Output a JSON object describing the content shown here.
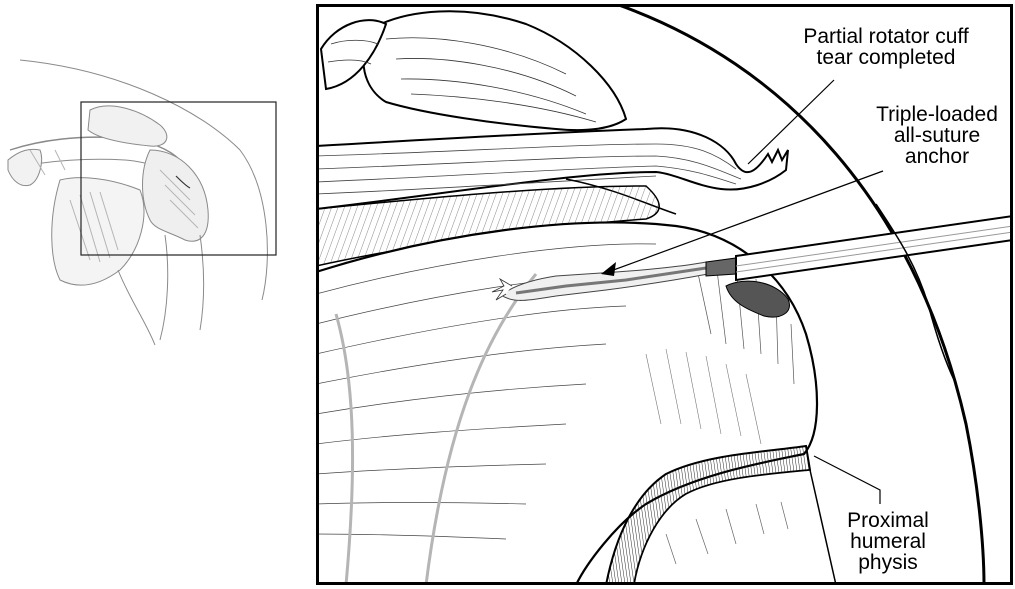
{
  "labels": {
    "cuff_tear": [
      "Partial rotator cuff",
      "tear completed"
    ],
    "anchor": [
      "Triple-loaded",
      "all-suture",
      "anchor"
    ],
    "physis": [
      "Proximal",
      "humeral",
      "physis"
    ]
  },
  "colors": {
    "ink": "#000000",
    "paper": "#ffffff",
    "overview_ink": "#888888",
    "suture": "#d8d8d8"
  }
}
